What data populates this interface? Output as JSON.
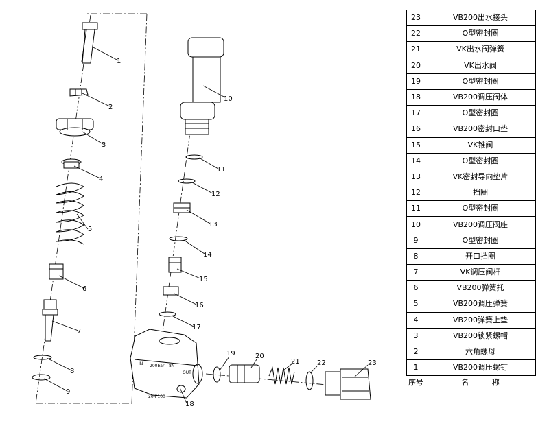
{
  "parts": [
    {
      "no": "23",
      "name": "VB200出水接头"
    },
    {
      "no": "22",
      "name": "O型密封圈"
    },
    {
      "no": "21",
      "name": "VK出水阀弹簧"
    },
    {
      "no": "20",
      "name": "VK出水阀"
    },
    {
      "no": "19",
      "name": "O型密封圈"
    },
    {
      "no": "18",
      "name": "VB200调压阀体"
    },
    {
      "no": "17",
      "name": "O型密封圈"
    },
    {
      "no": "16",
      "name": "VB200密封口垫"
    },
    {
      "no": "15",
      "name": "VK锥阀"
    },
    {
      "no": "14",
      "name": "O型密封圈"
    },
    {
      "no": "13",
      "name": "VK密封导向垫片"
    },
    {
      "no": "12",
      "name": "挡圈"
    },
    {
      "no": "11",
      "name": "O型密封圈"
    },
    {
      "no": "10",
      "name": "VB200调压阀座"
    },
    {
      "no": "9",
      "name": "O型密封圈"
    },
    {
      "no": "8",
      "name": "开口挡圈"
    },
    {
      "no": "7",
      "name": "VK调压阀杆"
    },
    {
      "no": "6",
      "name": "VB200弹簧托"
    },
    {
      "no": "5",
      "name": "VB200调压弹簧"
    },
    {
      "no": "4",
      "name": "VB200弹簧上垫"
    },
    {
      "no": "3",
      "name": "VB200锁紧螺帽"
    },
    {
      "no": "2",
      "name": "六角螺母"
    },
    {
      "no": "1",
      "name": "VB200调压螺钉"
    }
  ],
  "table_header": {
    "no": "序号",
    "name": "名 称"
  },
  "callouts": [
    "1",
    "2",
    "3",
    "4",
    "5",
    "6",
    "7",
    "8",
    "9",
    "10",
    "11",
    "12",
    "13",
    "14",
    "15",
    "16",
    "17",
    "18",
    "19",
    "20",
    "21",
    "22",
    "23"
  ],
  "body_markings": [
    "200bar-",
    "8N",
    "OUT",
    "IN",
    "20-P100"
  ]
}
